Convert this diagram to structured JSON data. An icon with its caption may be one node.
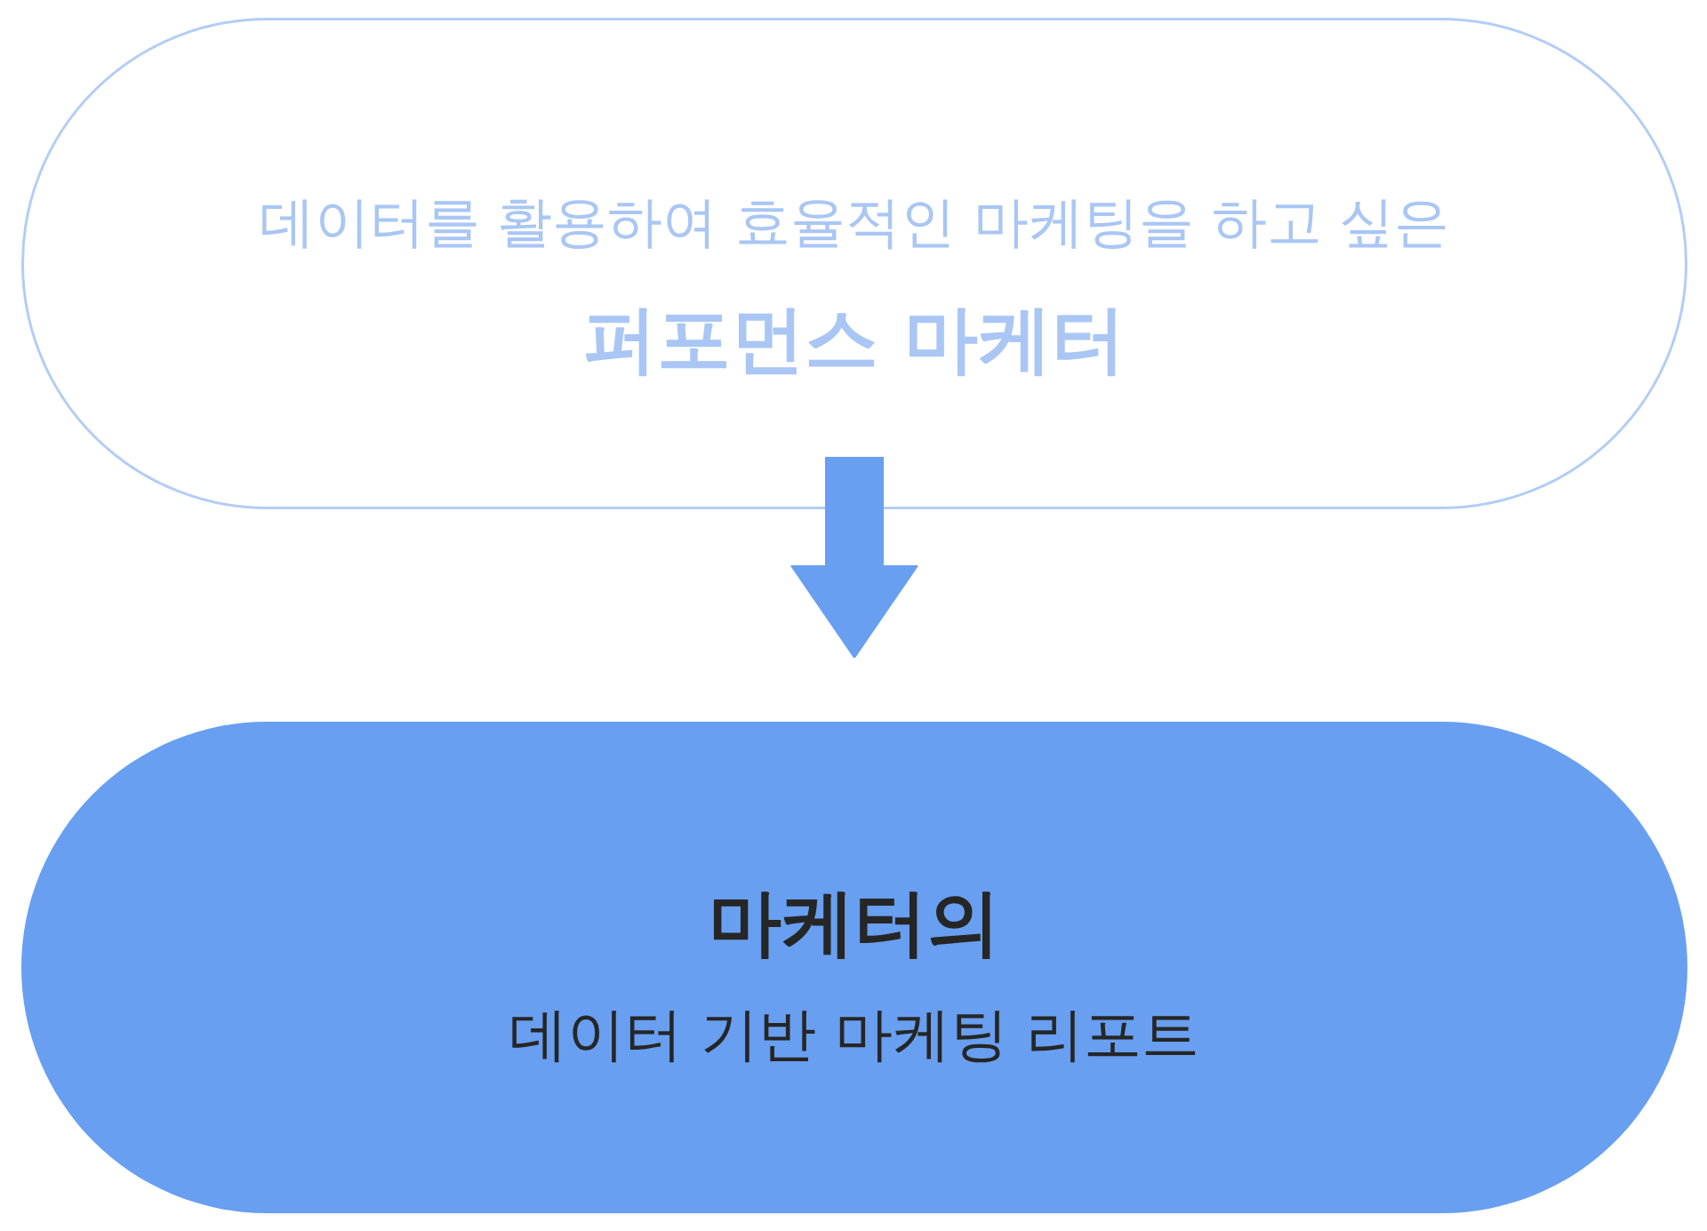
{
  "diagram": {
    "nodes": [
      {
        "text": [
          "데이터를 활용하여 효율적인 마케팅을 하고 싶은",
          "퍼포먼스 마케터"
        ]
      },
      {
        "text": [
          "마케터의",
          "데이터 기반 마케팅 리포트"
        ]
      }
    ],
    "edges": [
      {
        "from": 0,
        "to": 1,
        "arrow": "to"
      }
    ]
  }
}
